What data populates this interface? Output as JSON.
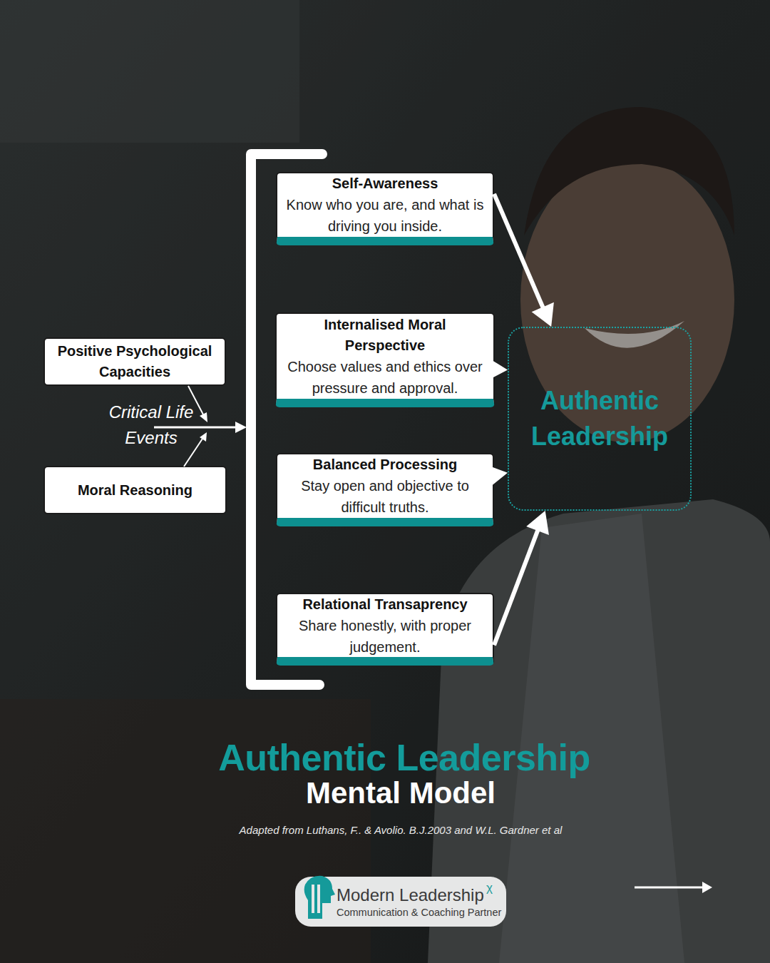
{
  "diagram": {
    "title": "Authentic Leadership",
    "caption": "Adapted from Luthans, F.. & Avolio. B.J.2003 and W.L. Gardner et al",
    "nodes": [
      {
        "text": [
          "Positive Psychological Capacities"
        ]
      },
      {
        "text": [
          "Moral Reasoning"
        ]
      },
      {
        "text": [
          "Self-Awareness",
          "Know who you are, and what is driving you inside."
        ]
      },
      {
        "text": [
          "Internalised Moral Perspective",
          "Choose values and ethics over pressure and approval."
        ]
      },
      {
        "text": [
          "Balanced Processing",
          "Stay open and objective to difficult truths."
        ]
      },
      {
        "text": [
          "Relational Transaprency",
          "Share honestly, with proper judgement."
        ]
      },
      {
        "text": [
          "Authentic Leadership"
        ]
      },
      {
        "text": [
          "Modern Leadership",
          "χ",
          "Communication & Coaching Partner"
        ]
      }
    ],
    "edges": [
      {
        "from": 2,
        "to": 6,
        "arrow": "to"
      },
      {
        "from": 3,
        "to": 6,
        "arrow": "to"
      },
      {
        "from": 4,
        "to": 6,
        "arrow": "to"
      },
      {
        "from": 5,
        "to": 6,
        "arrow": "to"
      }
    ],
    "labels": [
      "Critical Life Events",
      "Mental Model"
    ]
  }
}
